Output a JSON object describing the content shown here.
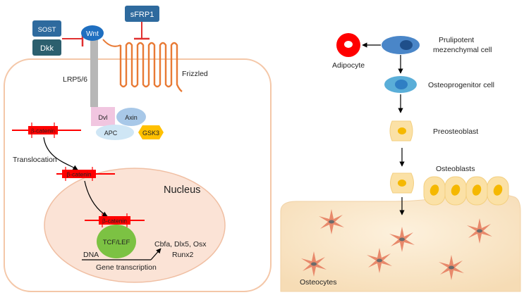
{
  "pathway": {
    "sost": "SOST",
    "dkk": "Dkk",
    "sfrp1": "sFRP1",
    "wnt": "Wnt",
    "lrp": "LRP5/6",
    "frizzled": "Frizzled",
    "dvl": "Dvl",
    "axin": "Axin",
    "apc": "APC",
    "gsk3": "GSK3",
    "beta_catenin": "β-catenin",
    "translocation": "Translocation",
    "nucleus": "Nucleus",
    "tcf_lef": "TCF/LEF",
    "dna": "DNA",
    "genes_line1": "Cbfa, Dlx5, Osx",
    "genes_line2": "Runx2",
    "gene_transcription": "Gene transcription"
  },
  "lineage": {
    "pluripotent_line1": "Prulipotent",
    "pluripotent_line2": "mezenchymal cell",
    "adipocyte": "Adipocyte",
    "osteoprogenitor": "Osteoprogenitor cell",
    "preosteoblast": "Preosteoblast",
    "osteoblasts": "Osteoblasts",
    "osteocytes": "Osteocytes"
  },
  "colors": {
    "cell_outline": "#f4c7a8",
    "cell_fill": "#ffffff",
    "nucleus_fill": "#fbe3d6",
    "blue_box": "#2e6a9e",
    "dark_box": "#2c5f6e",
    "wnt_blue": "#1f6fc0",
    "inhibit_red": "#e03030",
    "frizzled_orange": "#e87a35",
    "beta_red": "#ff0000",
    "tcf_green": "#7cc243",
    "gsk_yellow": "#ffc000",
    "bone_fill": "#fbe9cf"
  }
}
